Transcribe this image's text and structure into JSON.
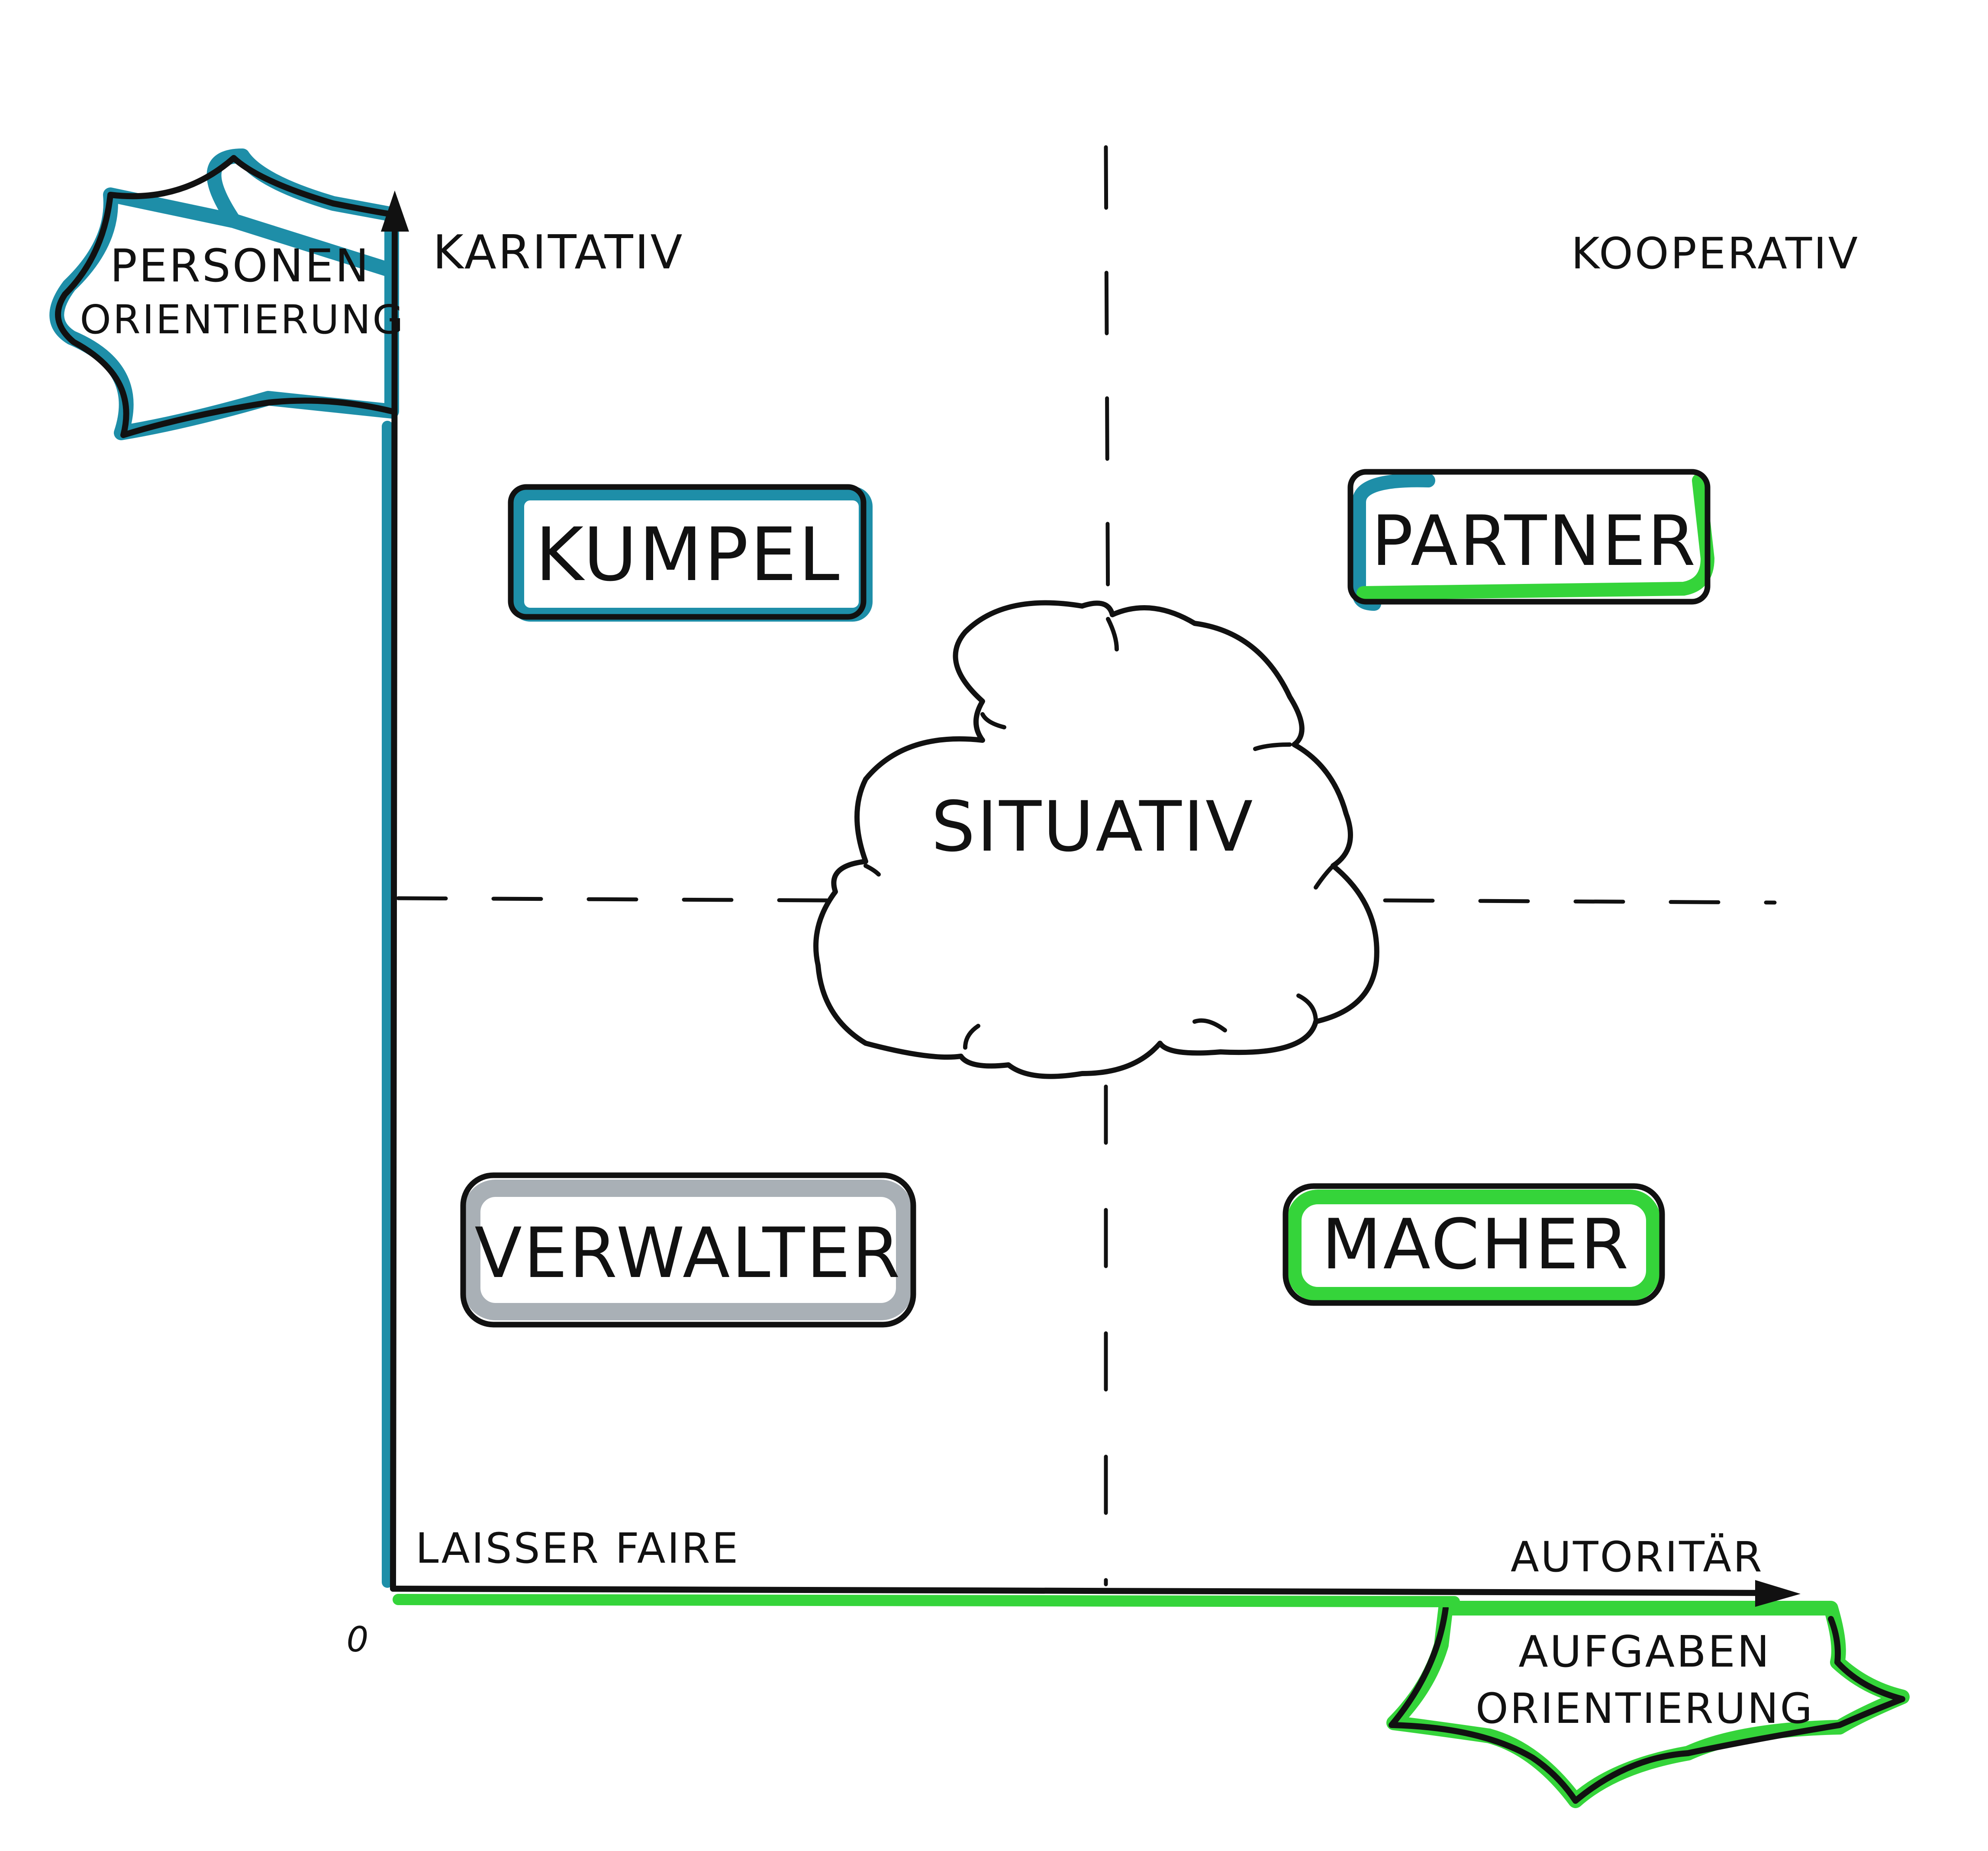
{
  "colors": {
    "ink": "#111111",
    "person_accent": "#1e8ea8",
    "task_accent": "#35d43a",
    "neutral_accent": "#a9b0b6",
    "background": "#ffffff"
  },
  "axes": {
    "y_label": "PERSONEN ORIENTIERUNG",
    "x_label": "AUFGABEN ORIENTIERUNG",
    "origin_label": "0",
    "dividers": "dashed"
  },
  "corners": {
    "top_left": "KARITATIV",
    "top_right": "KOOPERATIV",
    "bottom_left": "LAISSER FAIRE",
    "bottom_right": "AUTORITÄR"
  },
  "quadrants": [
    {
      "label": "KUMPEL",
      "accent": "#1e8ea8",
      "accent_name": "person"
    },
    {
      "label": "PARTNER",
      "accent": "#1e8ea8",
      "accent2": "#35d43a",
      "accent_name": "person+task"
    },
    {
      "label": "VERWALTER",
      "accent": "#a9b0b6",
      "accent_name": "neutral"
    },
    {
      "label": "MACHER",
      "accent": "#35d43a",
      "accent_name": "task"
    }
  ],
  "center": {
    "label": "SITUATIV",
    "shape": "cloud"
  }
}
